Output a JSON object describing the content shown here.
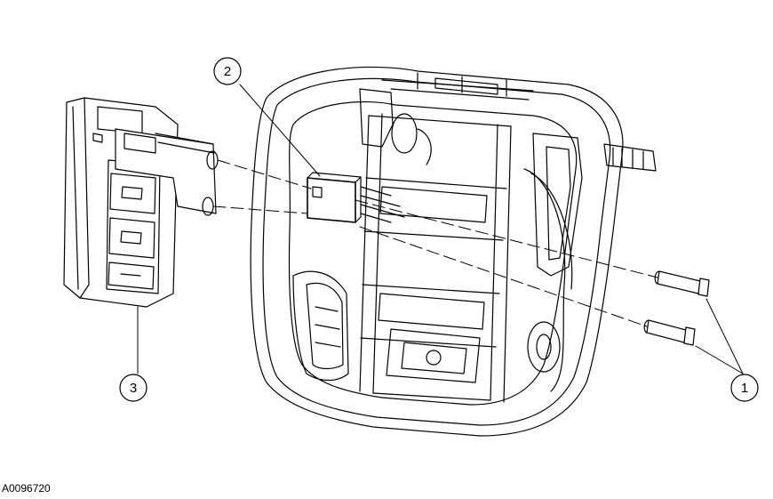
{
  "callouts": [
    {
      "number": "1"
    },
    {
      "number": "2"
    },
    {
      "number": "3"
    }
  ],
  "figure_id": "A0096720"
}
